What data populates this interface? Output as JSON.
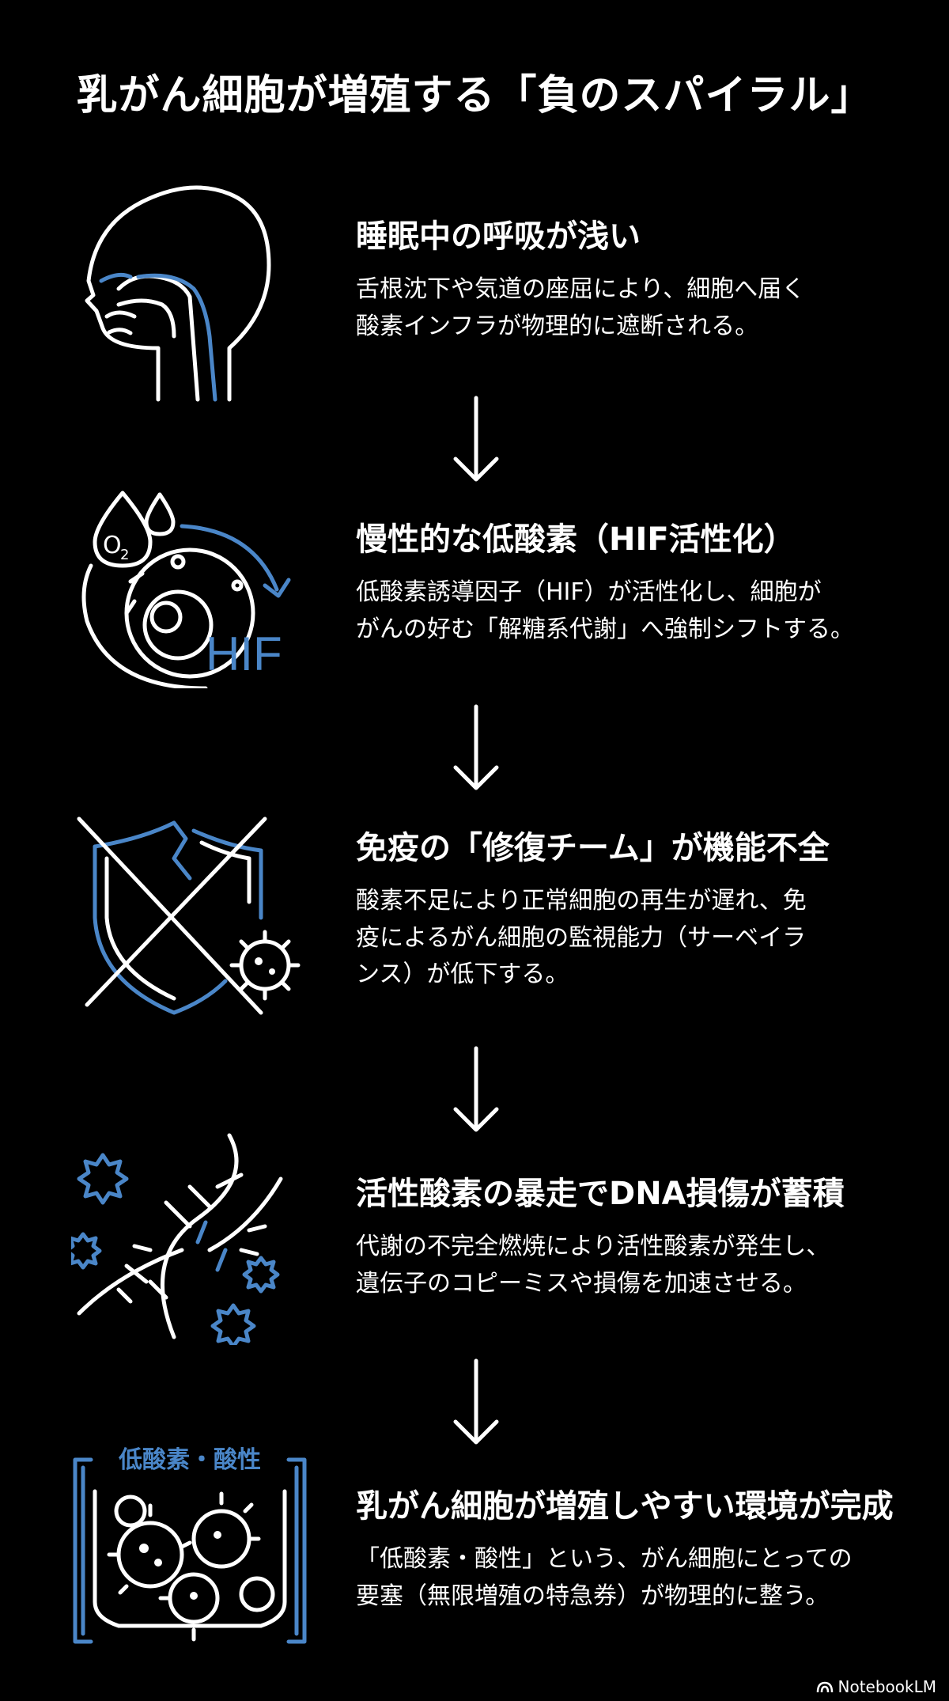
{
  "title": "乳がん細胞が増殖する「負のスパイラル」",
  "accent_color": "#4a86c8",
  "steps": [
    {
      "icon": "head-airway-icon",
      "heading": "睡眠中の呼吸が浅い",
      "desc_lines": [
        "舌根沈下や気道の座屈により、細胞へ届く",
        "酸素インフラが物理的に遮断される。"
      ]
    },
    {
      "icon": "oxygen-cell-hif-icon",
      "icon_labels": {
        "o2": "O",
        "o2_sub": "2",
        "hif": "HIF"
      },
      "heading": "慢性的な低酸素（HIF活性化）",
      "desc_lines": [
        "低酸素誘導因子（HIF）が活性化し、細胞が",
        "がんの好む「解糖系代謝」へ強制シフトする。"
      ]
    },
    {
      "icon": "broken-shield-icon",
      "heading": "免疫の「修復チーム」が機能不全",
      "desc_lines": [
        "酸素不足により正常細胞の再生が遅れ、免",
        "疫によるがん細胞の監視能力（サーベイラ",
        "ンス）が低下する。"
      ]
    },
    {
      "icon": "broken-dna-icon",
      "heading": "活性酸素の暴走でDNA損傷が蓄積",
      "desc_lines": [
        "代謝の不完全燃焼により活性酸素が発生し、",
        "遺伝子のコピーミスや損傷を加速させる。"
      ]
    },
    {
      "icon": "cancer-cells-environment-icon",
      "icon_labels": {
        "env": "低酸素・酸性"
      },
      "heading": "乳がん細胞が増殖しやすい環境が完成",
      "desc_lines": [
        "「低酸素・酸性」という、がん細胞にとっての",
        "要塞（無限増殖の特急券）が物理的に整う。"
      ]
    }
  ],
  "footer": {
    "brand": "NotebookLM",
    "icon": "notebooklm-logo-icon"
  }
}
